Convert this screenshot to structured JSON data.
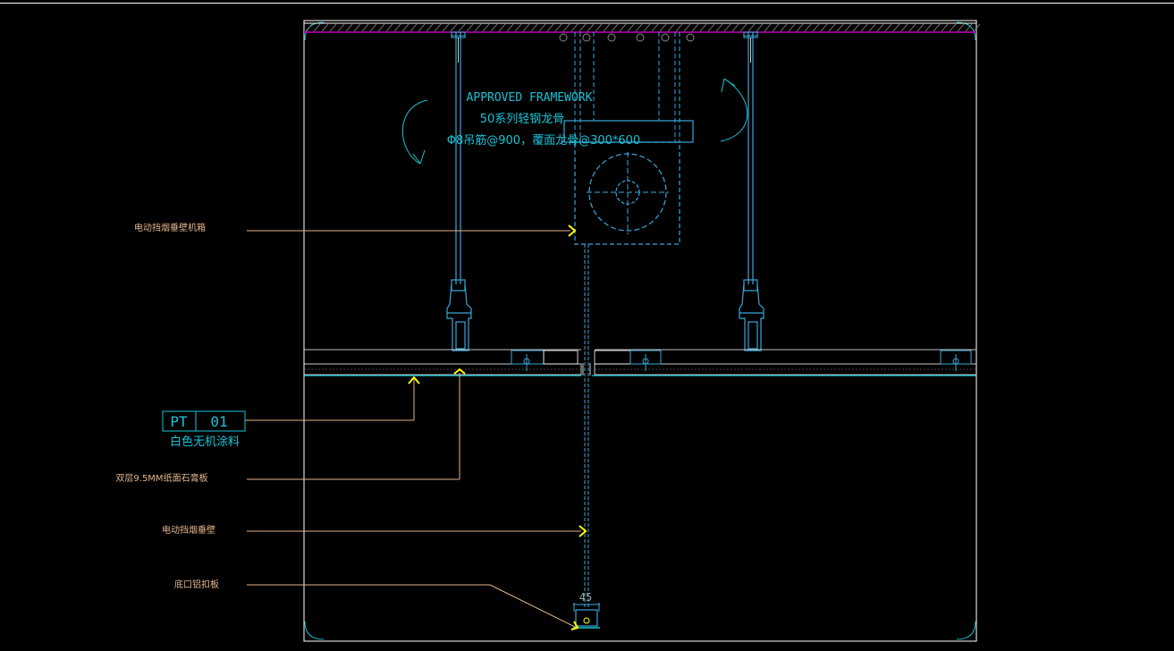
{
  "framework_note": {
    "line1": "APPROVED FRAMEWORK",
    "line2": "50系列轻钢龙骨",
    "line3": "Φ8吊筋@900，覆面龙骨@300*600"
  },
  "callouts": {
    "smoke_wall_box": "电动挡烟垂壁机箱",
    "gypsum_board": "双层9.5MM纸面石膏板",
    "smoke_wall": "电动挡烟垂壁",
    "bottom_trim": "底口铝扣板"
  },
  "finish_tag": {
    "code": "PT",
    "number": "01",
    "description": "白色无机涂料"
  },
  "dimension": {
    "value": "45"
  },
  "colors": {
    "background": "#000000",
    "line_cyan": "#19c3d6",
    "line_blue": "#3aa7d8",
    "leader": "#e0b48a",
    "arrow": "#ffff00",
    "slab_hatch": "#c000c0",
    "frame": "#ffffff"
  }
}
